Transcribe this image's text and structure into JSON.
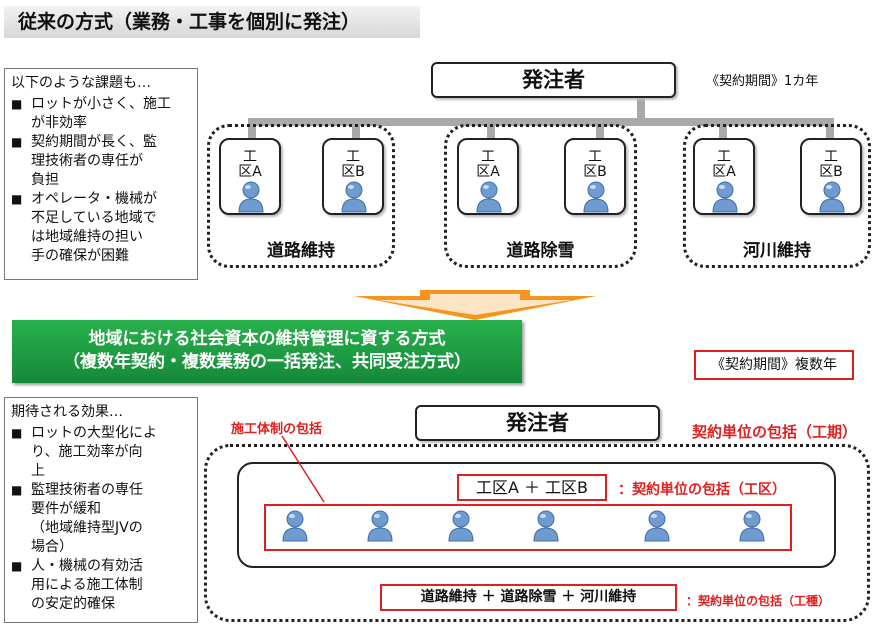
{
  "header": {
    "title": "従来の方式（業務・工事を個別に発注）"
  },
  "top": {
    "issues": {
      "intro": "以下のような課題も…",
      "items": [
        "ロットが小さく、施工\nが非効率",
        "契約期間が長く、監\n理技術者の専任が\n負担",
        "オペレータ・機械が\n不足している地域で\nは地域維持の担い\n手の確保が困難"
      ]
    },
    "client": "発注者",
    "period": "《契約期間》1カ年",
    "groups": [
      {
        "name": "道路維持",
        "sections": [
          "工\n区A",
          "工\n区B"
        ]
      },
      {
        "name": "道路除雪",
        "sections": [
          "工\n区A",
          "工\n区B"
        ]
      },
      {
        "name": "河川維持",
        "sections": [
          "工\n区A",
          "工\n区B"
        ]
      }
    ]
  },
  "bottom": {
    "banner": [
      "地域における社会資本の維持管理に資する方式",
      "（複数年契約・複数業務の一括発注、共同受注方式）"
    ],
    "period": "《契約期間》複数年",
    "period_scope": "契約単位の包括（工期）",
    "effects": {
      "intro": "期待される効果…",
      "items": [
        "ロットの大型化によ\nり、施工効率が向\n上",
        "監理技術者の専任\n要件が緩和\n（地域維持型JVの\n場合）",
        "人・機械の有効活\n用による施工体制\nの安定的確保"
      ]
    },
    "client": "発注者",
    "structure_label": "施工体制の包括",
    "sections_box": "工区A ＋ 工区B",
    "section_scope": "：契約単位の包括（工区）",
    "works_box": "道路維持 ＋ 道路除雪 ＋ 河川維持",
    "work_scope": "：契約単位の包括（工種）"
  },
  "colors": {
    "banner_green": "#1e9e44",
    "accent_red": "#e02020",
    "arrow_orange": "#f7941d",
    "person_blue": "#6f9bd1"
  }
}
